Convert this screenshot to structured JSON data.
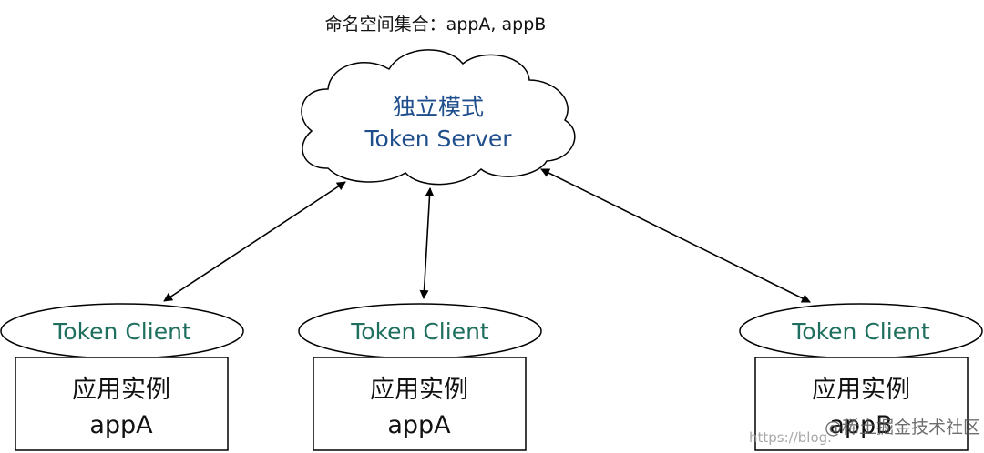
{
  "caption": "命名空间集合：appA, appB",
  "server": {
    "line1": "独立模式",
    "line2": "Token Server"
  },
  "clients": [
    {
      "client_label": "Token Client",
      "app_line1": "应用实例",
      "app_line2": "appA"
    },
    {
      "client_label": "Token Client",
      "app_line1": "应用实例",
      "app_line2": "appA"
    },
    {
      "client_label": "Token Client",
      "app_line1": "应用实例",
      "app_line2": "appB"
    }
  ],
  "watermark": {
    "text1": "https://blog.",
    "text2": "@稀土掘金技术社区"
  },
  "colors": {
    "server_text": "#1f4e8c",
    "client_text": "#1f6f5f",
    "stroke": "#000000"
  }
}
